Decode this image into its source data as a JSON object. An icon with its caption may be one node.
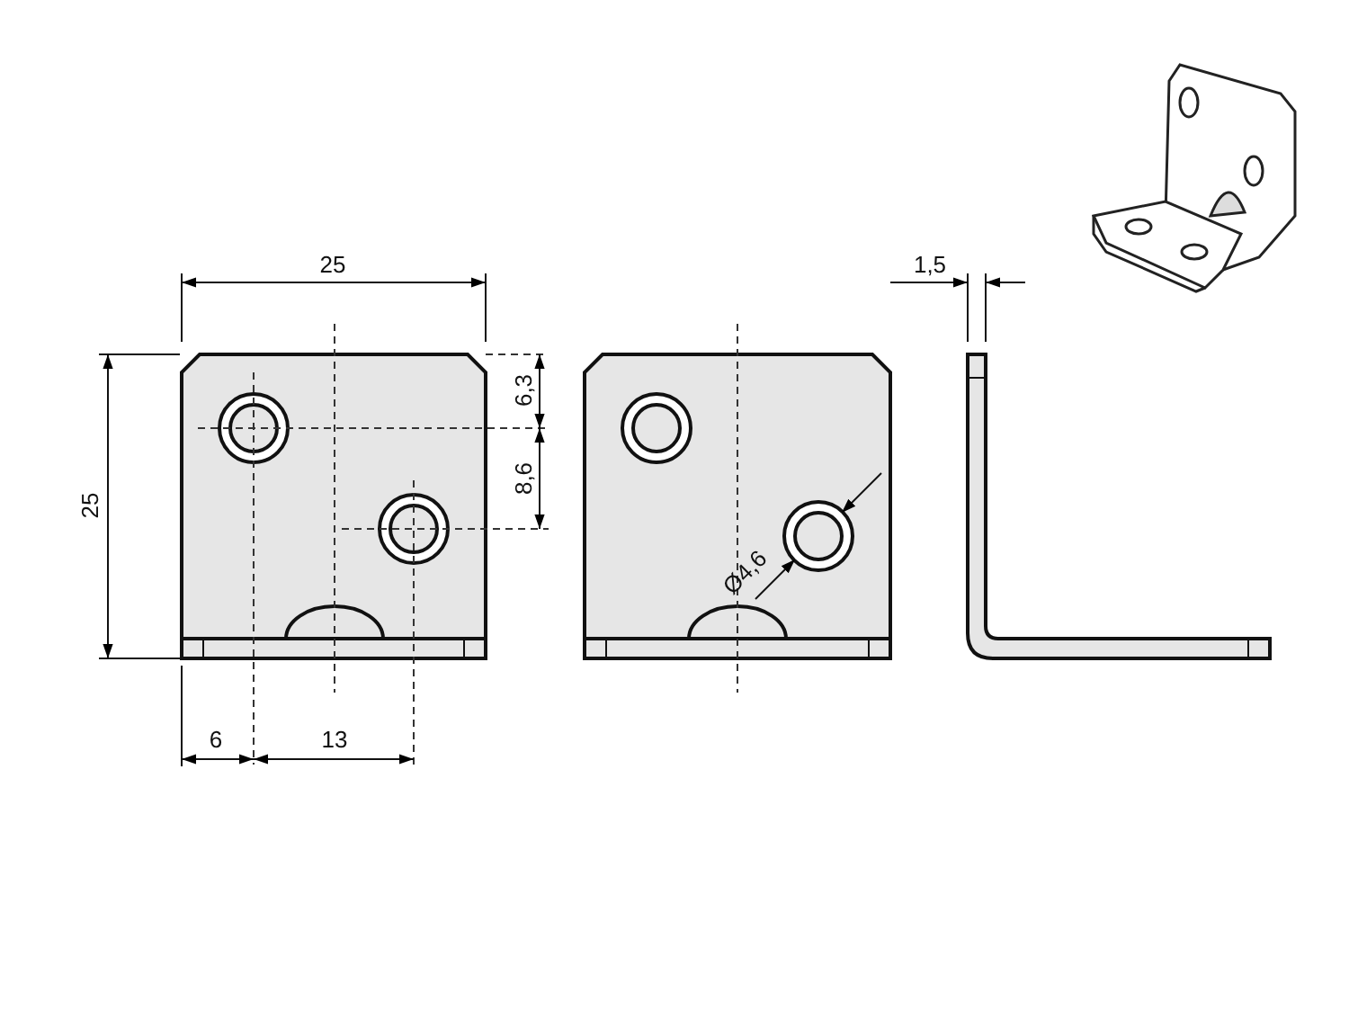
{
  "diagram": {
    "labels": [
      "25",
      "1,5",
      "25",
      "6,3",
      "8,6",
      "Ø4,6",
      "6",
      "13"
    ]
  }
}
